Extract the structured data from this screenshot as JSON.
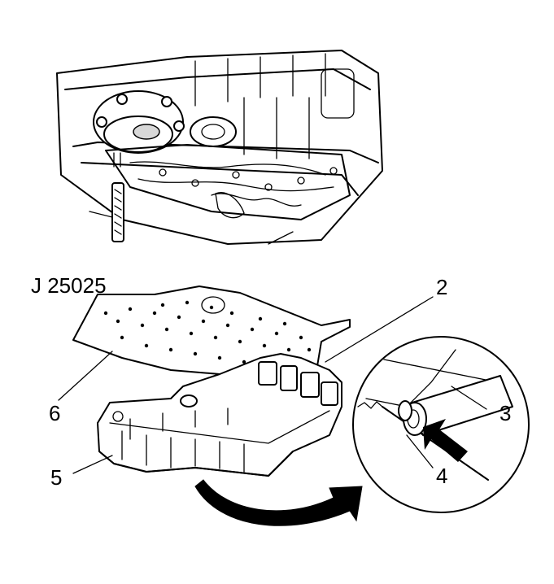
{
  "labels": {
    "tool": "J 25025",
    "callout_2": "2",
    "callout_3": "3",
    "callout_4": "4",
    "callout_5": "5",
    "callout_6": "6"
  }
}
